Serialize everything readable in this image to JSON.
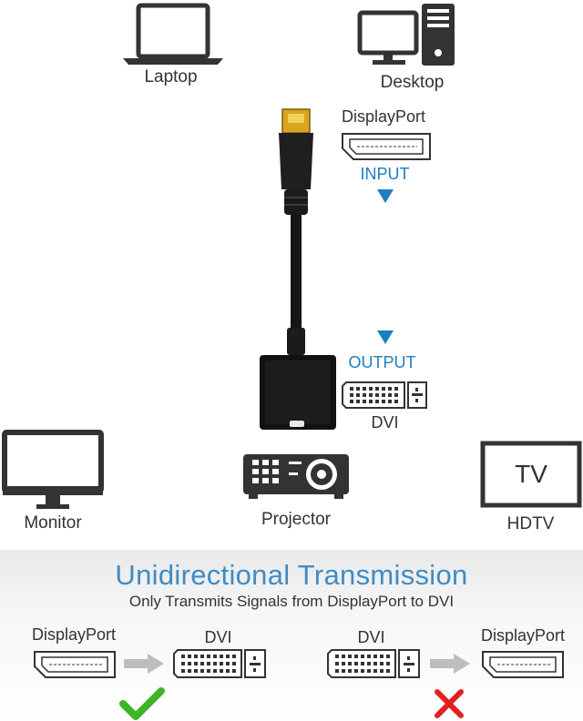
{
  "devices": {
    "laptop": "Laptop",
    "desktop": "Desktop",
    "monitor": "Monitor",
    "projector": "Projector",
    "hdtv": "HDTV",
    "tv_screen_text": "TV"
  },
  "ports": {
    "input_connector": "DisplayPort",
    "input_label": "INPUT",
    "output_label": "OUTPUT",
    "output_connector": "DVI"
  },
  "transmission": {
    "title": "Unidirectional Transmission",
    "subtitle": "Only Transmits Signals from DisplayPort to DVI",
    "valid": {
      "from": "DisplayPort",
      "to": "DVI",
      "status": "check-icon"
    },
    "invalid": {
      "from": "DVI",
      "to": "DisplayPort",
      "status": "cross-icon"
    }
  },
  "colors": {
    "accent_blue": "#1c7fbf",
    "title_blue": "#3f8cc4",
    "check_green": "#3cb528",
    "cross_red": "#e02020"
  }
}
